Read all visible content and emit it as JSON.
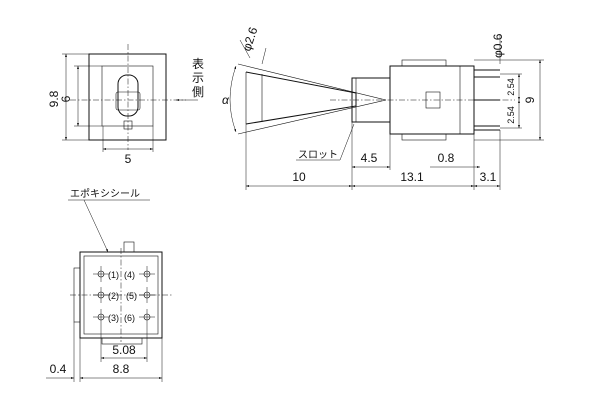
{
  "front_view": {
    "dim_height_outer": "9.8",
    "dim_height_inner": "6",
    "dim_width": "5",
    "display_side_label": [
      "表",
      "示",
      "側"
    ]
  },
  "side_view": {
    "dim_lever_diameter": "φ2.6",
    "angle_symbol": "α",
    "dim_terminal_diameter": "φ0.6",
    "dim_pitch_upper": "2.54",
    "dim_pitch_lower": "2.54",
    "dim_body_height": "9",
    "slot_label": "スロット",
    "dim_slot_offset": "4.5",
    "dim_terminal_offset": "0.8",
    "dim_lever_length": "10",
    "dim_body_length": "13.1",
    "dim_terminal_length": "3.1"
  },
  "bottom_view": {
    "epoxy_seal_label": "エポキシシール",
    "pin_labels": [
      "(1)",
      "(4)",
      "(2)",
      "(5)",
      "(3)",
      "(6)"
    ],
    "dim_pin_pitch": "5.08",
    "dim_body_width": "8.8",
    "dim_offset": "0.4"
  }
}
